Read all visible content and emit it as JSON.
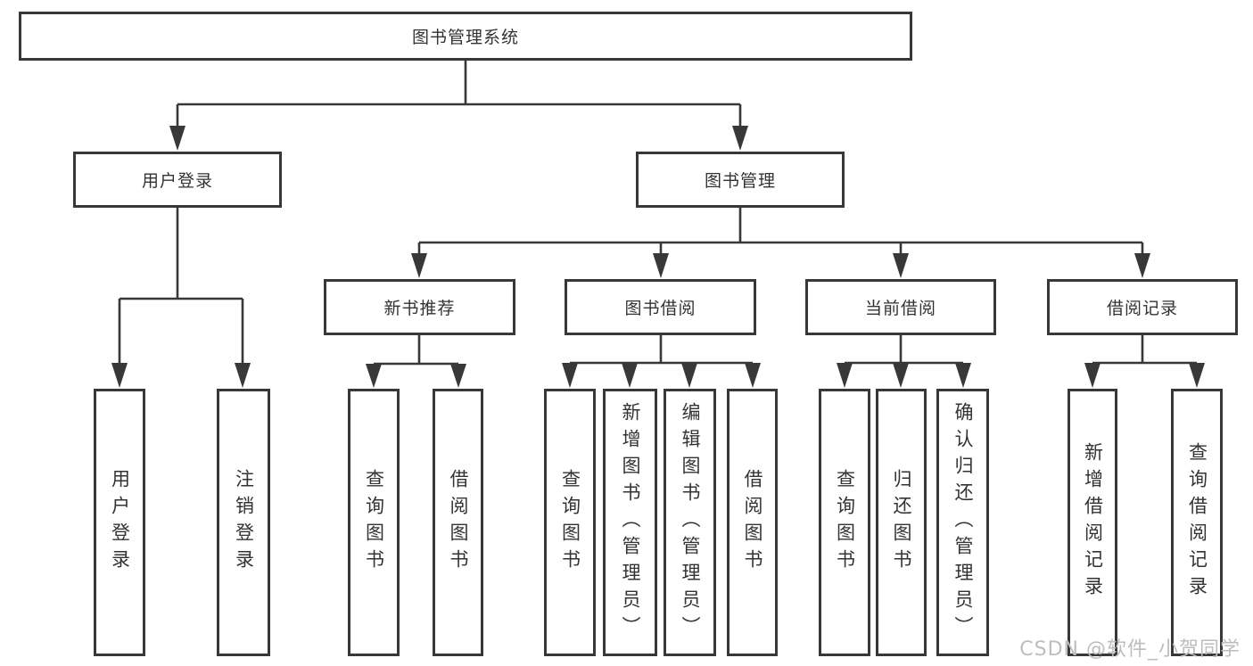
{
  "diagram": {
    "root": {
      "label": "图书管理系统"
    },
    "level2": [
      {
        "label": "用户登录"
      },
      {
        "label": "图书管理"
      }
    ],
    "level3": [
      {
        "label": "新书推荐"
      },
      {
        "label": "图书借阅"
      },
      {
        "label": "当前借阅"
      },
      {
        "label": "借阅记录"
      }
    ],
    "leaves": {
      "user_login": [
        "用户登录",
        "注销登录"
      ],
      "new_books": [
        "查询图书",
        "借阅图书"
      ],
      "book_borrow": [
        "查询图书",
        "新增图书（管理员）",
        "编辑图书（管理员）",
        "借阅图书"
      ],
      "current_borrow": [
        "查询图书",
        "归还图书",
        "确认归还（管理员）"
      ],
      "borrow_records": [
        "新增借阅记录",
        "查询借阅记录"
      ]
    },
    "watermark": "CSDN @软件_小贺同学",
    "colors": {
      "line": "#383838",
      "box_border": "#383838",
      "box_fill": "#ffffff",
      "text": "#333333",
      "watermark": "#bdbdbd",
      "background": "#ffffff"
    }
  }
}
